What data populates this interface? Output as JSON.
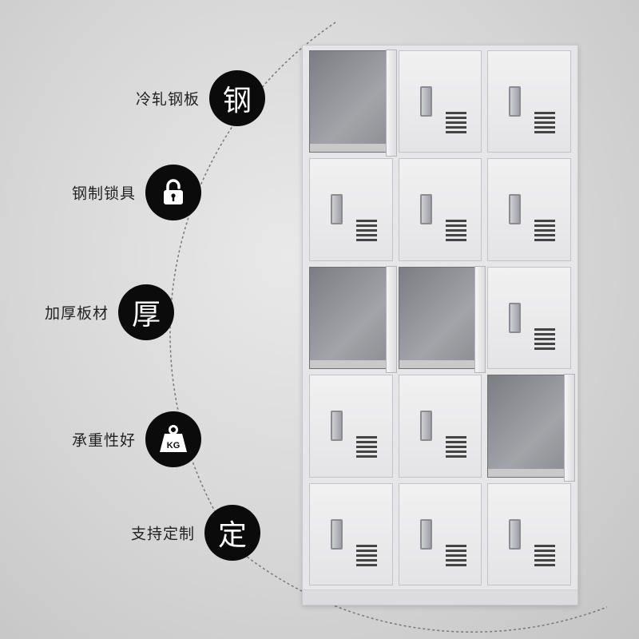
{
  "features": [
    {
      "label": "冷轧钢板",
      "badge_text": "钢",
      "badge_icon": ""
    },
    {
      "label": "钢制锁具",
      "badge_text": "",
      "badge_icon": "lock-icon"
    },
    {
      "label": "加厚板材",
      "badge_text": "厚",
      "badge_icon": ""
    },
    {
      "label": "承重性好",
      "badge_text": "",
      "badge_icon": "weight-kg-icon",
      "icon_text": "KG"
    },
    {
      "label": "支持定制",
      "badge_text": "定",
      "badge_icon": ""
    }
  ],
  "cabinet": {
    "rows": 5,
    "cols": 3,
    "open_doors": [
      [
        0,
        0
      ],
      [
        2,
        0
      ],
      [
        2,
        1
      ],
      [
        3,
        2
      ]
    ],
    "color": "#e6e6e8"
  }
}
